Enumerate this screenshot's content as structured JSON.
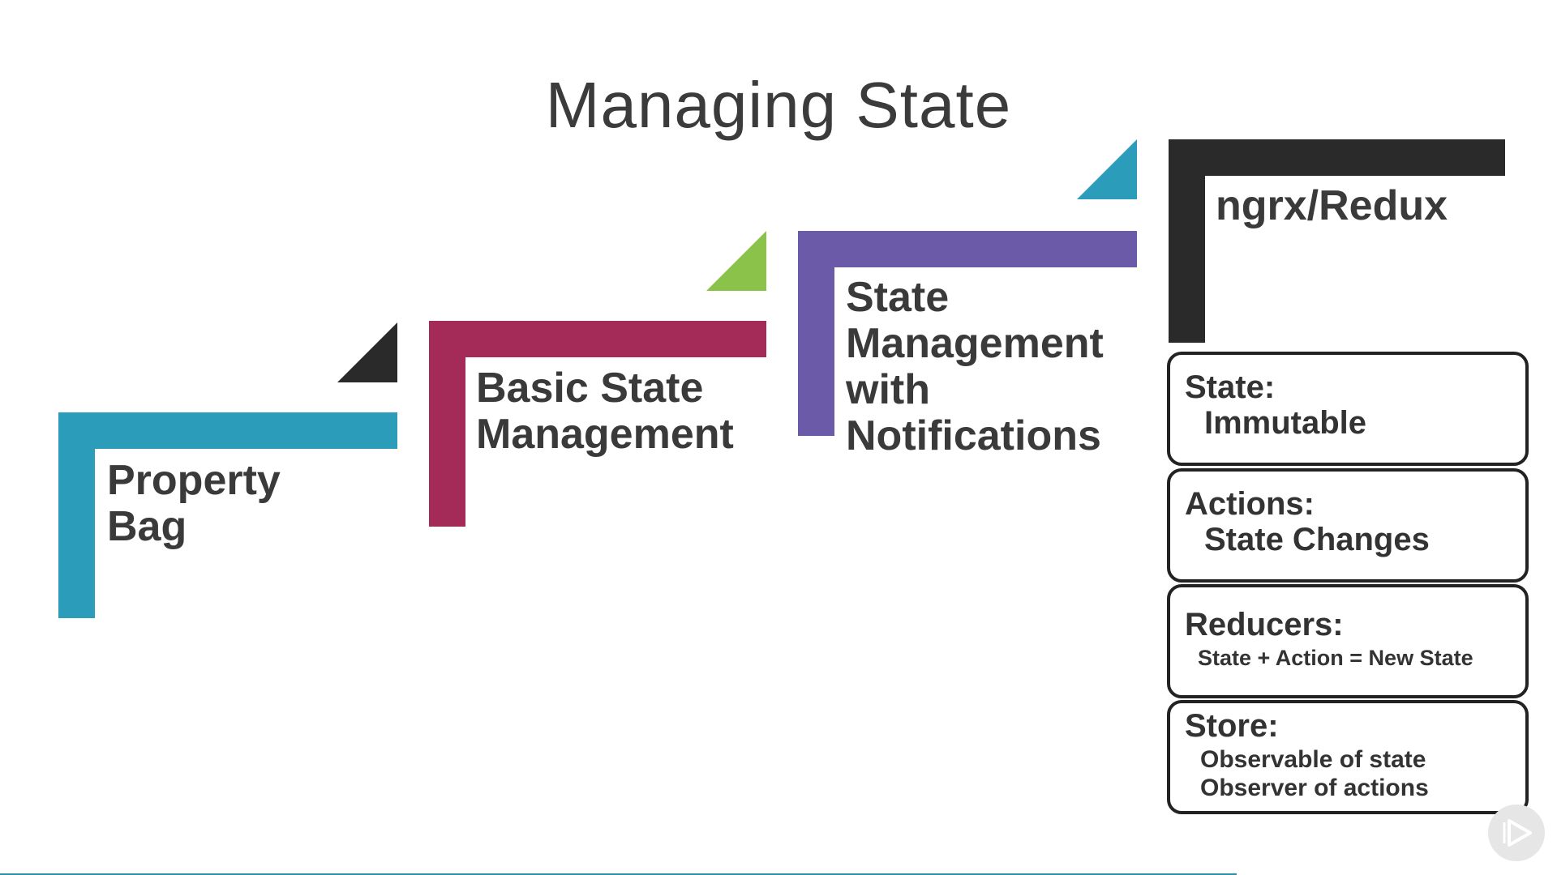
{
  "title": "Managing State",
  "colors": {
    "teal": "#2b9dbb",
    "crimson": "#a42a57",
    "purple": "#6b5aa8",
    "green": "#8bc34a",
    "dark": "#2a2a2a"
  },
  "steps": [
    {
      "label": "Property\nBag",
      "bar_color": "teal",
      "triangle_color": "dark"
    },
    {
      "label": "Basic State\nManagement",
      "bar_color": "crimson",
      "triangle_color": "green"
    },
    {
      "label": "State\nManagement\nwith\nNotifications",
      "bar_color": "purple",
      "triangle_color": "teal"
    },
    {
      "label": "ngrx/Redux",
      "bar_color": "dark"
    }
  ],
  "concepts": [
    {
      "heading": "State:",
      "detail": "Immutable"
    },
    {
      "heading": "Actions:",
      "detail": "State Changes"
    },
    {
      "heading": "Reducers:",
      "detail": "State + Action = New State"
    },
    {
      "heading": "Store:",
      "detail": "Observable of state\nObserver of actions"
    }
  ],
  "icons": {
    "player": "play-icon"
  }
}
